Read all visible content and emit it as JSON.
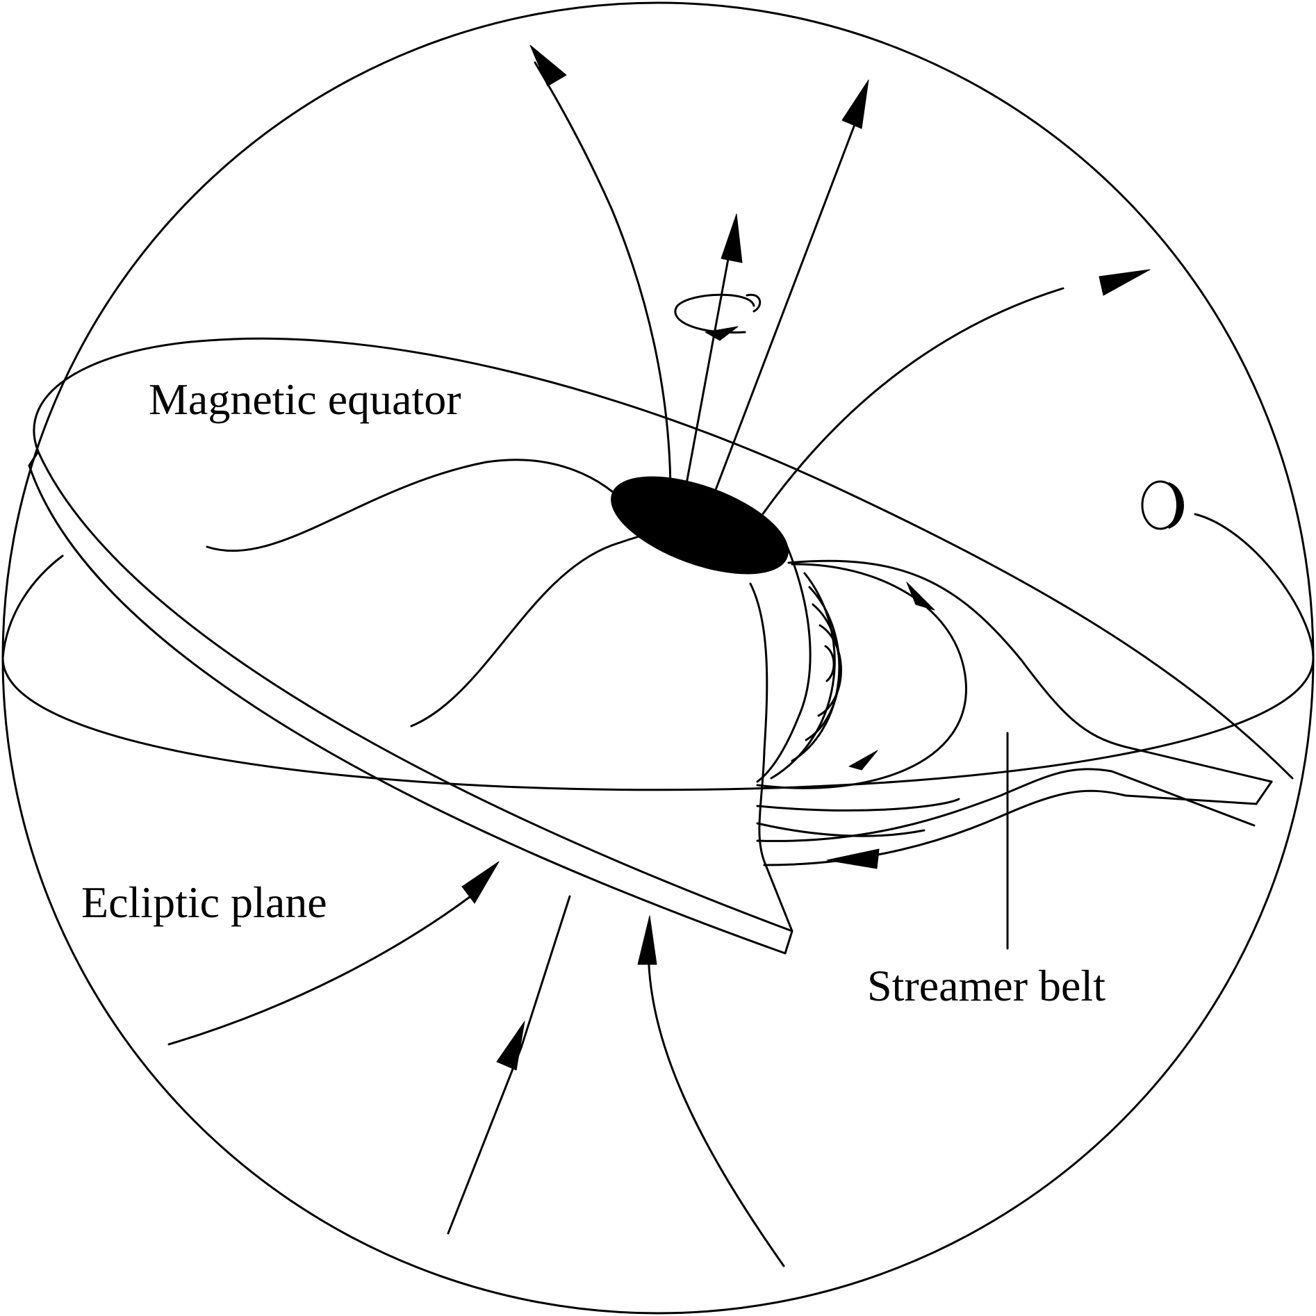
{
  "labels": {
    "magnetic_equator": "Magnetic equator",
    "ecliptic_plane": "Ecliptic plane",
    "streamer_belt": "Streamer belt"
  },
  "colors": {
    "line": "#000000",
    "background": "#ffffff",
    "sun_cap": "#000000"
  }
}
